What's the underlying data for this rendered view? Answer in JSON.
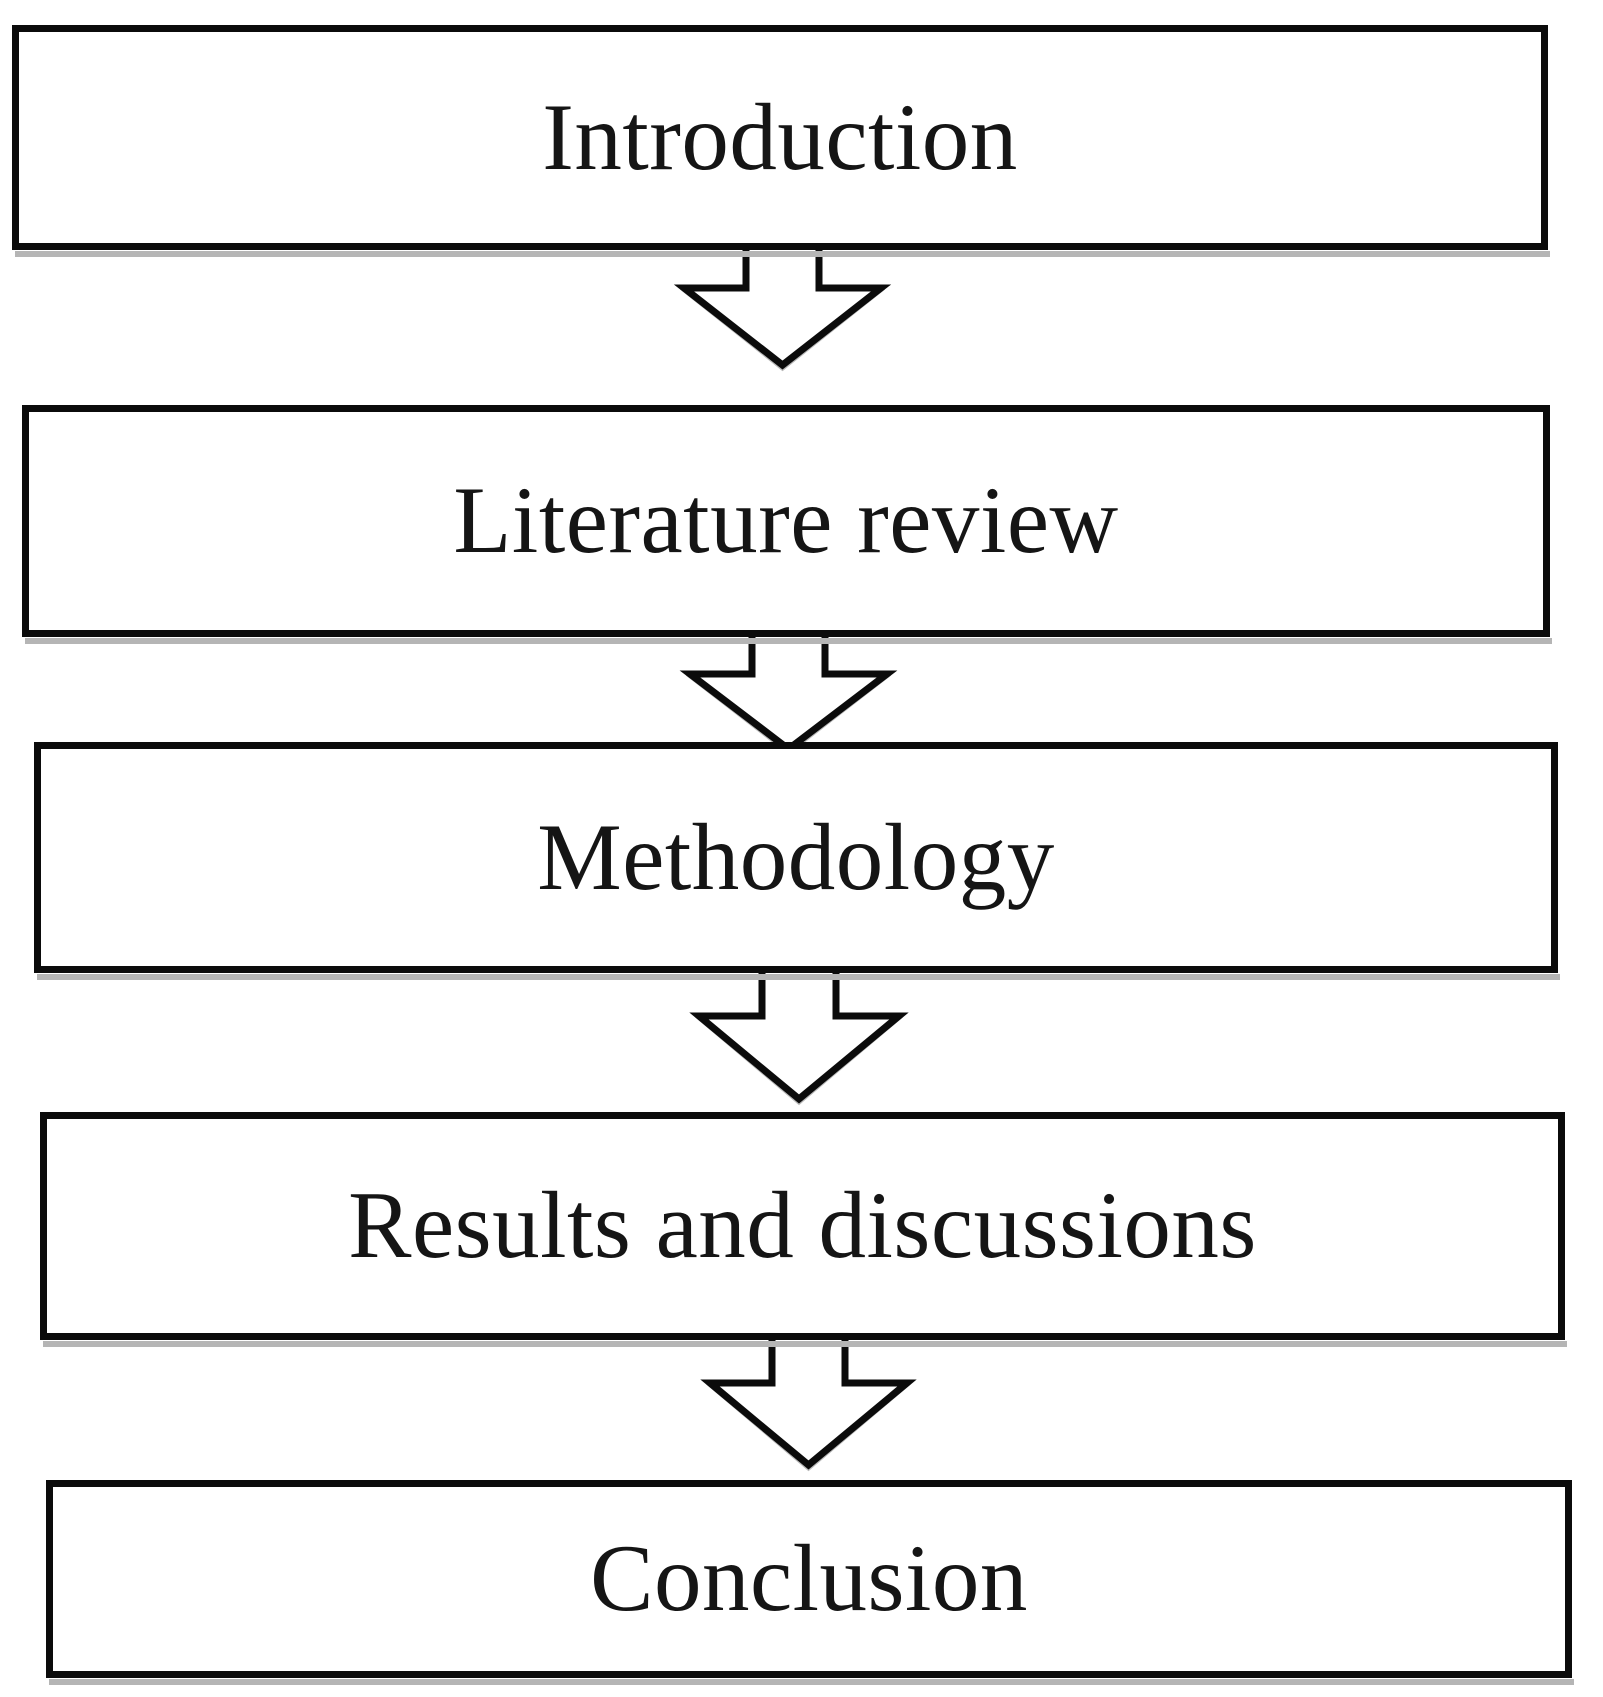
{
  "diagram": {
    "title": "Research paper structure flowchart",
    "type": "vertical-flowchart",
    "orientation": "top-to-bottom",
    "background_color": "#ffffff",
    "line_color": "#0b0b0b",
    "shadow_color": "#b5b5b5",
    "text_color": "#151515",
    "connector_style": "hollow-block-down-arrow",
    "nodes": [
      {
        "id": "introduction",
        "label": "Introduction",
        "order": 1,
        "shape": "rectangle"
      },
      {
        "id": "literature-review",
        "label": "Literature review",
        "order": 2,
        "shape": "rectangle"
      },
      {
        "id": "methodology",
        "label": "Methodology",
        "order": 3,
        "shape": "rectangle"
      },
      {
        "id": "results-and-discussions",
        "label": "Results and discussions",
        "order": 4,
        "shape": "rectangle"
      },
      {
        "id": "conclusion",
        "label": "Conclusion",
        "order": 5,
        "shape": "rectangle"
      }
    ],
    "edges": [
      {
        "id": "edge-1",
        "from": "introduction",
        "to": "literature-review",
        "label": ""
      },
      {
        "id": "edge-2",
        "from": "literature-review",
        "to": "methodology",
        "label": ""
      },
      {
        "id": "edge-3",
        "from": "methodology",
        "to": "results-and-discussions",
        "label": ""
      },
      {
        "id": "edge-4",
        "from": "results-and-discussions",
        "to": "conclusion",
        "label": ""
      }
    ]
  }
}
